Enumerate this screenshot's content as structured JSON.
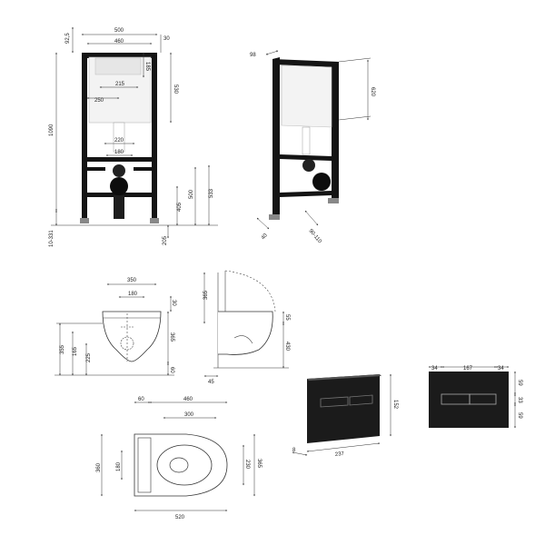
{
  "colors": {
    "frame": "#141414",
    "plate": "#1b1b1b",
    "tank": "#f3f3f3",
    "line": "#333333"
  },
  "frame_front": {
    "d_92_5": "92,5",
    "d_500": "500",
    "d_30": "30",
    "d_460": "460",
    "d_185": "185",
    "d_215": "215",
    "d_530": "530",
    "d_250": "250",
    "d_1090": "1090",
    "d_220": "220",
    "d_180": "180",
    "d_500b": "500",
    "d_533": "533",
    "d_405": "405",
    "d_10_331": "10-331",
    "d_205": "205"
  },
  "frame_side": {
    "d_98": "98",
    "d_620": "620",
    "d_40": "40",
    "d_90_110": "90-110"
  },
  "bowl_front": {
    "d_350": "350",
    "d_180": "180",
    "d_30": "30",
    "d_355": "355",
    "d_165": "165",
    "d_225": "225",
    "d_60": "60",
    "d_365": "365"
  },
  "bowl_side": {
    "d_365": "365",
    "d_55": "55",
    "d_430": "430",
    "d_45": "45"
  },
  "bowl_top": {
    "d_60": "60",
    "d_460": "460",
    "d_300": "300",
    "d_180": "180",
    "d_360": "360",
    "d_230": "230",
    "d_365": "365",
    "d_520": "520"
  },
  "plate_persp": {
    "d_152": "152",
    "d_237": "237",
    "d_8": "8"
  },
  "plate_front": {
    "d_34a": "34",
    "d_167": "167",
    "d_34b": "34",
    "d_59a": "59",
    "d_33": "33",
    "d_59b": "59"
  }
}
